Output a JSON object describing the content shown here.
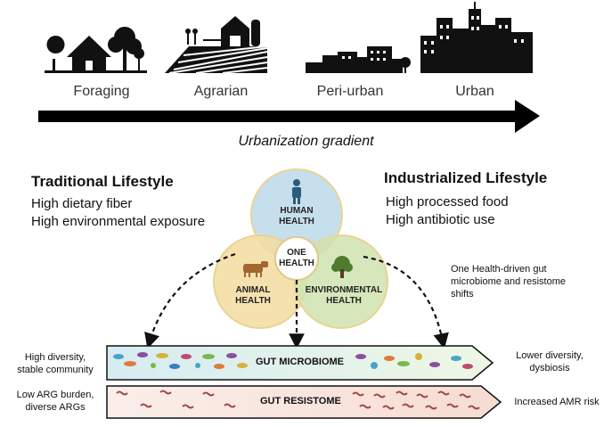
{
  "stages": [
    "Foraging",
    "Agrarian",
    "Peri-urban",
    "Urban"
  ],
  "gradient_label": "Urbanization gradient",
  "traditional": {
    "title": "Traditional Lifestyle",
    "items": [
      "High dietary fiber",
      "High environmental exposure"
    ]
  },
  "industrialized": {
    "title": "Industrialized Lifestyle",
    "items": [
      "High processed food",
      "High antibiotic use"
    ]
  },
  "circles": {
    "human": "HUMAN\nHEALTH",
    "animal": "ANIMAL\nHEALTH",
    "environmental": "ENVIRONMENTAL\nHEALTH",
    "center": "ONE\nHEALTH"
  },
  "one_health_note": "One Health-driven gut\nmicrobiome and resistome\nshifts",
  "microbiome": {
    "label": "GUT MICROBIOME",
    "left": "High diversity,\nstable community",
    "right": "Lower diversity,\ndysbiosis"
  },
  "resistome": {
    "label": "GUT RESISTOME",
    "left": "Low ARG burden,\ndiverse ARGs",
    "right": "Increased AMR risk"
  },
  "colors": {
    "human": "#bcd9ea",
    "animal": "#f3dca0",
    "environmental": "#cfe3b0",
    "microbiome_band": "#e2f0e0",
    "resistome_band": "#f7e3dc",
    "arrow": "#000000"
  }
}
